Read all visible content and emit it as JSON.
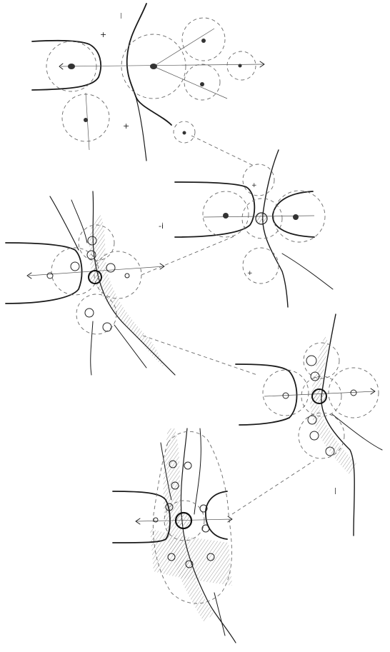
{
  "drawing": {
    "description_icon": "pencil-sketch",
    "ink_color": "#1a1a1a",
    "hatch_color": "#888888",
    "paper_color": "#ffffff",
    "stages": [
      {
        "id": "stage-1"
      },
      {
        "id": "stage-2"
      },
      {
        "id": "stage-3"
      },
      {
        "id": "stage-4"
      },
      {
        "id": "stage-5"
      }
    ]
  }
}
